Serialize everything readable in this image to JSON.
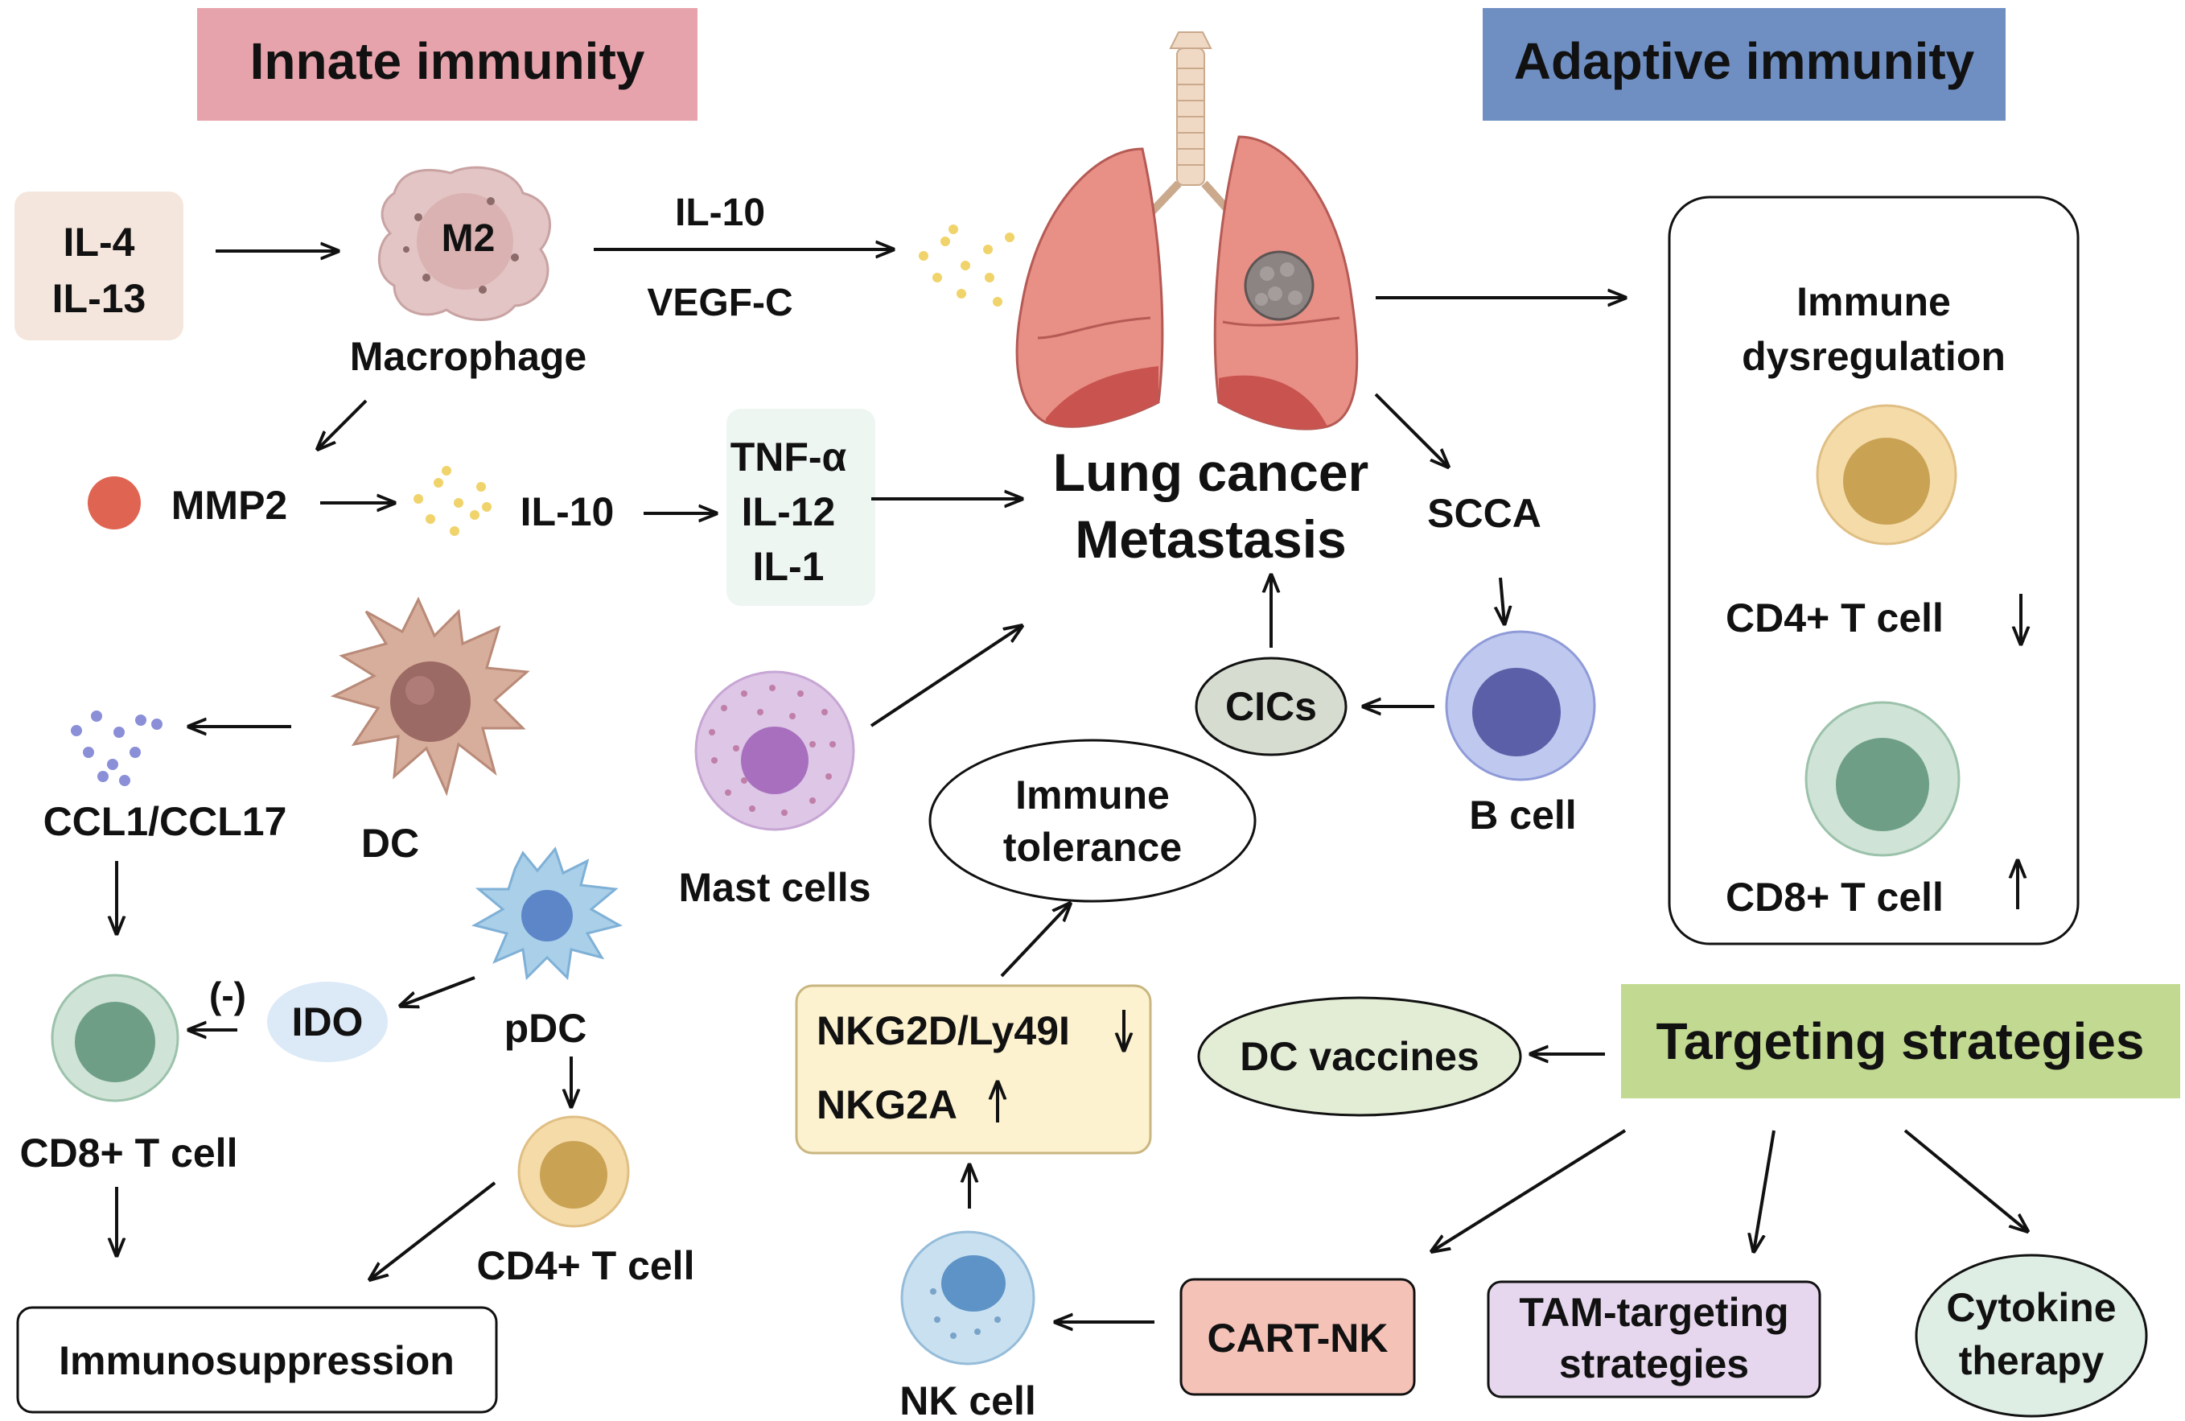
{
  "headers": {
    "innate": "Innate immunity",
    "adaptive": "Adaptive immunity",
    "targeting": "Targeting strategies"
  },
  "colors": {
    "innate_header": "#e7a3ab",
    "adaptive_header": "#6f8fc3",
    "targeting_header": "#c2d991",
    "lung": "#e88f86",
    "lung_dark": "#c9534e",
    "tumor": "#8c8482",
    "trachea": "#f0d9c4",
    "macrophage": "#e3c5c5",
    "dc": "#d7ad9b",
    "pdc": "#a9cfe9",
    "mast": "#ddc6e6",
    "b_cell": "#bfc8ee",
    "nk": "#c9e0f0",
    "cd4": "#f4dba8",
    "cd8": "#cfe3d6",
    "mmp2_dot": "#e06452",
    "il_dots": "#f0d36a",
    "ccl_dots": "#8a8fd8"
  },
  "innate": {
    "il4": "IL-4",
    "il13": "IL-13",
    "m2_label": "M2",
    "macrophage": "Macrophage",
    "il10_top": "IL-10",
    "vegfc": "VEGF-C",
    "mmp2": "MMP2",
    "il10_mid": "IL-10",
    "tnfa": "TNF-α",
    "il12": "IL-12",
    "il1": "IL-1",
    "ccl": "CCL1/CCL17",
    "dc": "DC",
    "neg": "(-)",
    "ido": "IDO",
    "pdc": "pDC",
    "cd8": "CD8+ T cell",
    "cd4": "CD4+ T cell",
    "immunosuppression": "Immunosuppression",
    "mast": "Mast cells"
  },
  "center": {
    "line1": "Lung cancer",
    "line2": "Metastasis",
    "scca": "SCCA",
    "cics": "CICs",
    "b_cell": "B cell",
    "tolerance1": "Immune",
    "tolerance2": "tolerance",
    "nkg2d": "NKG2D/Ly49I",
    "nkg2a": "NKG2A",
    "nk_cell": "NK cell"
  },
  "adaptive": {
    "dysreg1": "Immune",
    "dysreg2": "dysregulation",
    "cd4": "CD4+ T cell",
    "cd8": "CD8+ T cell"
  },
  "targeting": {
    "dc_vaccines": "DC vaccines",
    "cart_nk": "CART-NK",
    "tam1": "TAM-targeting",
    "tam2": "strategies",
    "cyto1": "Cytokine",
    "cyto2": "therapy"
  }
}
